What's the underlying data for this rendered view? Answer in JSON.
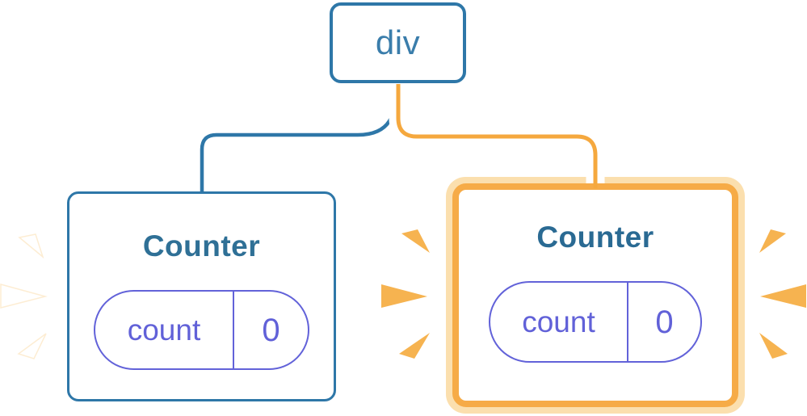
{
  "root_node": {
    "label": "div"
  },
  "left_counter": {
    "title": "Counter",
    "state": {
      "key": "count",
      "value": "0"
    }
  },
  "right_counter": {
    "title": "Counter",
    "state": {
      "key": "count",
      "value": "0"
    }
  },
  "colors": {
    "blue": "#2e77a8",
    "blue_text": "#3a7dab",
    "title_teal": "#2f7096",
    "title_teal_bold": "#2a6a93",
    "purple": "#6262d9",
    "purple_text": "#6161d8",
    "orange_line": "#f5a83e",
    "orange_border": "#f6ab47",
    "peach": "#fbdfae",
    "burst_orange": "#f6b350",
    "burst_white": "#ffffff"
  }
}
